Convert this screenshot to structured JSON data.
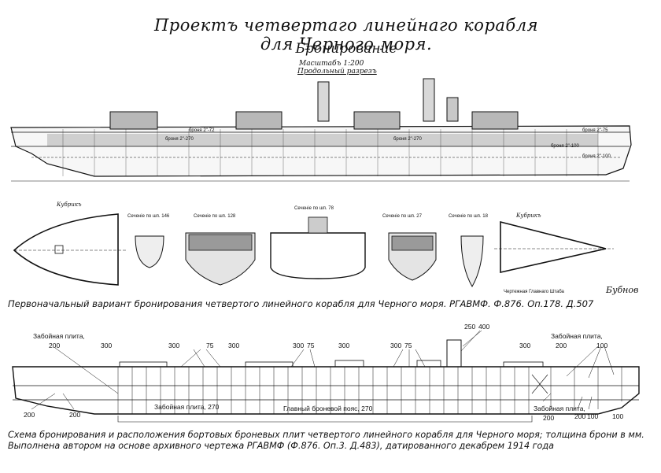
{
  "header": {
    "title": "Проектъ четвертаго линейнаго корабля для Черного моря.",
    "subtitle": "Бронирование",
    "scale": "Масштабъ 1:200",
    "section_label": "Продольный разрезъ"
  },
  "top_drawing": {
    "deck_labels": [
      "броня 2\"-72",
      "броня 2\"-270",
      "броня 2\"-270",
      "броня 2\"-75",
      "броня 2\"-100",
      "броня 2\"-100"
    ],
    "kubrik_left": "Кубрикъ",
    "kubrik_right": "Кубрикъ",
    "sections": [
      "Сеченiе по шп. 146",
      "Сеченiе по шп. 128",
      "Сеченiе по шп. 78",
      "Сеченiе по шп. 27",
      "Сеченiе по шп. 18"
    ],
    "signature": "Бубнов",
    "stamp": "Чертежная Главнаго Штаба"
  },
  "caption1": "Первоначальный вариант бронирования четвертого линейного корабля для Черного моря. РГАВМФ. Ф.876. Оп.178. Д.507",
  "bottom_drawing": {
    "labels": {
      "zab_left": "Забойная плита,",
      "zab_left_val": "200",
      "zab_right": "Забойная плита,",
      "zab_right_val": "200",
      "zab_center": "Забойная плита, 270",
      "main_belt": "Главный броневой пояс, 270",
      "zab_bottom": "Забойная плита,",
      "zab_bottom_val": "200",
      "v300a": "300",
      "v75a": "75",
      "v300b": "300",
      "v300c": "300",
      "v75b": "75",
      "v300d": "300",
      "v300e": "300",
      "v75c": "75",
      "v250": "250",
      "v400": "400",
      "v300f": "300",
      "v100": "100",
      "v200a": "200",
      "v200b": "200",
      "v200c": "200",
      "v100b": "100",
      "v100c": "100"
    }
  },
  "caption2_line1": "Схема бронирования и расположения бортовых броневых плит четвертого линейного корабля для Черного моря; толщина брони в мм.",
  "caption2_line2": "Выполнена автором на основе архивного чертежа РГАВМФ (Ф.876. Оп.3. Д.483), датированного декабрем 1914 года"
}
